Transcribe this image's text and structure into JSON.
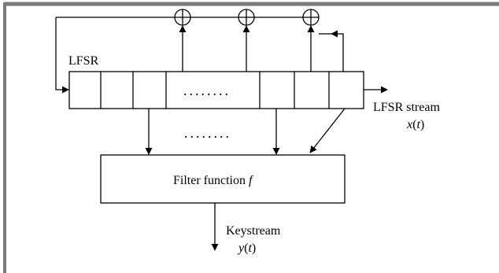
{
  "frame": {
    "border_color": "#7a7a7a"
  },
  "lfsr": {
    "label": "LFSR",
    "middle_dots": "........"
  },
  "between_dots": "........",
  "output": {
    "label_line1": "LFSR stream",
    "label_var": "x",
    "label_arg": "t"
  },
  "filter": {
    "label_prefix": "Filter function ",
    "label_var": "f"
  },
  "keystream": {
    "label_line1": "Keystream",
    "label_var": "y",
    "label_arg": "t"
  },
  "symbols": {
    "xor": "xor-adder-icon"
  }
}
